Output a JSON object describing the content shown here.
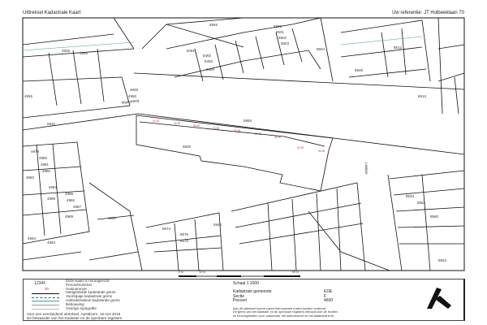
{
  "header": {
    "title": "Uittreksel Kadastrale Kaart",
    "reference": "Uw referentie: JT Holbeeklaan 70"
  },
  "map": {
    "parcels": [
      "5955",
      "4600",
      "5946",
      "8500",
      "8501",
      "8502",
      "8503",
      "8504",
      "8512",
      "8491",
      "8492",
      "8493",
      "8494",
      "8508",
      "8513",
      "4945",
      "4946",
      "4949",
      "4950",
      "4955",
      "5942",
      "4978",
      "4980",
      "4981",
      "4982",
      "4983",
      "4984",
      "4985",
      "4986",
      "4987",
      "4988",
      "4989",
      "4990",
      "4993",
      "4994",
      "8574",
      "8575",
      "8576",
      "5943",
      "8533",
      "8552",
      "8554",
      "8560"
    ],
    "streets": [
      "Middelweg",
      "Laakse"
    ],
    "house_numbers": [
      "14-32",
      "16-30",
      "18-30",
      "20-30",
      "24-30",
      "26-30",
      "30-30",
      "32-30",
      "34-30"
    ]
  },
  "scalebar": {
    "labels": [
      "0 m",
      "10 m",
      "50 m"
    ]
  },
  "legend": {
    "sample_number": "12345",
    "sample_house": "20",
    "items": [
      "Deze kaart is noordgericht",
      "Perceelnummer",
      "Huisnummer",
      "Vastgestelde kadastrale grens",
      "Voorlopige kadastrale grens",
      "Administratieve kadastrale grens",
      "Bebouwing",
      "Overige topografie"
    ],
    "certification": "Voor een eensluidend uittreksel, Apeldoorn, 15 mei 2018",
    "authority": "De bewaarder van het Kadaster en de openbare registers"
  },
  "info": {
    "scale": "Schaal 1:1000",
    "rows": [
      {
        "label": "Kadastrale gemeente",
        "value": "EDE"
      },
      {
        "label": "Sectie",
        "value": "F"
      },
      {
        "label": "Perceel",
        "value": "4600"
      }
    ],
    "disclaimer": [
      "Aan dit uittreksel kunnen geen betrouwbare maten worden ontleend.",
      "De grens van het kadaster en de openbare registers behoudt zich de rechten",
      "en bevoegdheden voor, waaronder het auteursrecht en het databankrecht."
    ]
  },
  "colors": {
    "parcel_line": "#111111",
    "house_number": "#b03040",
    "admin_line": "#3aa0a0"
  }
}
